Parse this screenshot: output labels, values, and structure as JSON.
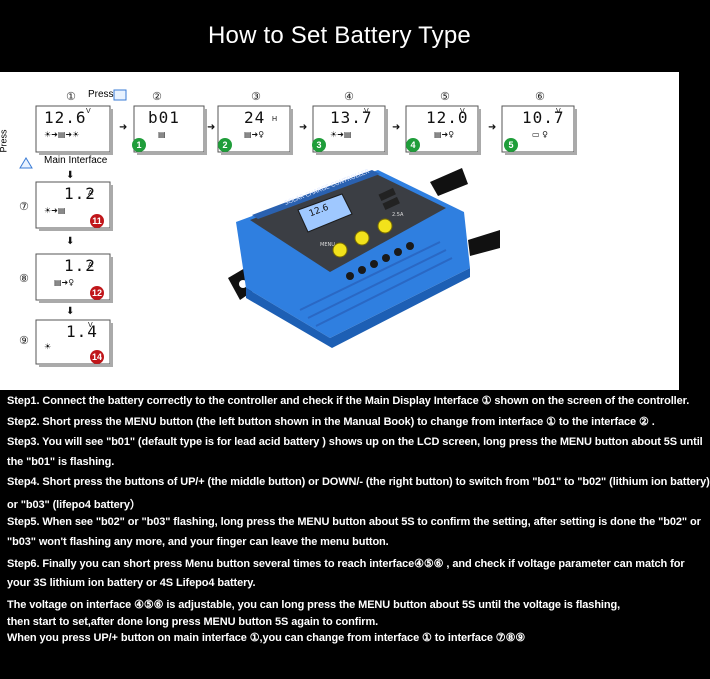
{
  "title": "How to Set Battery Type",
  "diagram": {
    "press_label": "Press",
    "press_label_vertical": "Press",
    "main_interface_label": "Main Interface",
    "arrow_glyph": "➜",
    "down_glyph": "⬇",
    "screens": [
      {
        "num": "①",
        "reading": "12.6",
        "unit": "V",
        "icons": "☀➜▤➜☀",
        "badge": ""
      },
      {
        "num": "②",
        "reading": "b01",
        "unit": "",
        "icons": "▤",
        "badge": "1"
      },
      {
        "num": "③",
        "reading": "24",
        "unit": "H",
        "icons": "▤➜♀",
        "badge": "2"
      },
      {
        "num": "④",
        "reading": "13.7",
        "unit": "V",
        "icons": "☀➜▤",
        "badge": "3"
      },
      {
        "num": "⑤",
        "reading": "12.0",
        "unit": "V",
        "icons": "▤➜♀",
        "badge": "4"
      },
      {
        "num": "⑥",
        "reading": "10.7",
        "unit": "V",
        "icons": "▭ ♀",
        "badge": "5"
      },
      {
        "num": "⑦",
        "reading": "1.2",
        "unit": "A",
        "icons": "☀➜▤",
        "badge": "11"
      },
      {
        "num": "⑧",
        "reading": "1.2",
        "unit": "A",
        "icons": "▤➜♀",
        "badge": "12"
      },
      {
        "num": "⑨",
        "reading": "1.4",
        "unit": "V",
        "icons": "☀",
        "badge": "14"
      }
    ],
    "device": {
      "brand_text": "SOLAR CHARGE CONTROLLER",
      "lcd_reading": "12.6",
      "menu_label": "MENU",
      "usb_label": "2.5A",
      "body_color": "#2f7fe0",
      "panel_color": "#3b3e44",
      "button_color": "#f2e21b"
    }
  },
  "instructions": [
    "Step1. Connect the battery correctly to the controller and check if the Main Display Interface ①  shown on the screen of the controller.",
    "Step2. Short press the MENU button (the left button shown in the Manual Book) to change from interface ①  to the interface ②  .",
    "Step3. You will see \"b01\" (default type is for lead acid battery ) shows up on the LCD screen, long press the MENU button about 5S until",
    "the \"b01\" is flashing.",
    "Step4. Short press the buttons of UP/+ (the middle button) or DOWN/- (the right button) to switch from \"b01\" to \"b02\" (lithium ion battery)",
    "or \"b03\" (lifepo4 battery）",
    "Step5. When see \"b02\" or \"b03\" flashing, long press the MENU button about 5S to confirm the setting, after setting is done the \"b02\" or",
    "\"b03\"  won't flashing any more, and your finger can leave the menu button.",
    "Step6. Finally you can short press Menu button several times to reach interface④⑤⑥ , and check if voltage parameter can match for",
    "your 3S lithium ion battery or 4S Lifepo4 battery.",
    "The voltage on  interface  ④⑤⑥ is adjustable, you can long press the MENU button about 5S until the voltage is flashing,",
    "then start to set,after done long press MENU button 5S again to confirm.",
    "When you press UP/+ button on main interface ①,you can change from interface ① to interface ⑦⑧⑨"
  ]
}
